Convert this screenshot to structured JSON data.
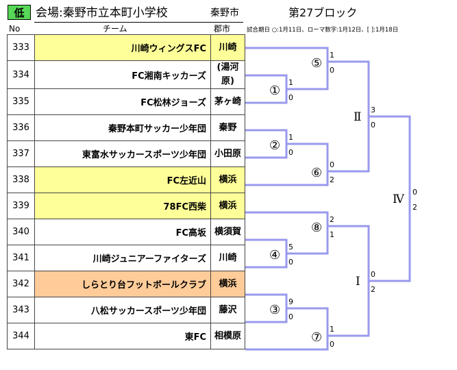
{
  "header": {
    "badge": "低",
    "venue": "会場:秦野市立本町小学校",
    "city": "秦野市",
    "block": "第27ブロック",
    "col_no": "No",
    "col_team": "チーム",
    "col_city": "郡市",
    "note": "試合期日 ○:1月11日、ローマ数字:1月12日、[ ]:1月18日"
  },
  "teams": [
    {
      "no": "333",
      "name": "川崎ウィングスFC",
      "city": "川崎"
    },
    {
      "no": "334",
      "name": "FC湘南キッカーズ",
      "city": "(湯河原)"
    },
    {
      "no": "335",
      "name": "FC松林ジョーズ",
      "city": "茅ヶ崎"
    },
    {
      "no": "336",
      "name": "秦野本町サッカー少年団",
      "city": "秦野"
    },
    {
      "no": "337",
      "name": "東富水サッカースポーツ少年団",
      "city": "小田原"
    },
    {
      "no": "338",
      "name": "FC左近山",
      "city": "横浜"
    },
    {
      "no": "339",
      "name": "78FC西柴",
      "city": "横浜"
    },
    {
      "no": "340",
      "name": "FC高坂",
      "city": "横須賀"
    },
    {
      "no": "341",
      "name": "川崎ジュニアーファイターズ",
      "city": "川崎"
    },
    {
      "no": "342",
      "name": "しらとり台フットボールクラブ",
      "city": "横浜"
    },
    {
      "no": "343",
      "name": "八松サッカースポーツ少年団",
      "city": "藤沢"
    },
    {
      "no": "344",
      "name": "東FC",
      "city": "相模原"
    }
  ],
  "bracket": {
    "m1": {
      "label": "①",
      "top": "1",
      "bottom": "0"
    },
    "m2": {
      "label": "②",
      "top": "1",
      "bottom": "0"
    },
    "m3": {
      "label": "③",
      "top": "9",
      "bottom": "0"
    },
    "m4": {
      "label": "④",
      "top": "5",
      "bottom": "0"
    },
    "m5": {
      "label": "⑤",
      "top": "1",
      "bottom": "0"
    },
    "m6": {
      "label": "⑥",
      "top": "0",
      "bottom": "2"
    },
    "m7": {
      "label": "⑦",
      "top": "1",
      "bottom": "0"
    },
    "m8": {
      "label": "⑧",
      "top": "2",
      "bottom": "1"
    },
    "sf1": {
      "label": "Ⅱ",
      "top": "3",
      "bottom": "0"
    },
    "sf2": {
      "label": "Ⅰ",
      "top": "0",
      "bottom": "2"
    },
    "final": {
      "label": "Ⅳ",
      "top": "0",
      "bottom": "2"
    }
  },
  "colors": {
    "bracket_line": "#9999ee",
    "badge": "#58d858",
    "highlight_yellow": "#ffff99",
    "highlight_orange": "#ffcc99"
  }
}
